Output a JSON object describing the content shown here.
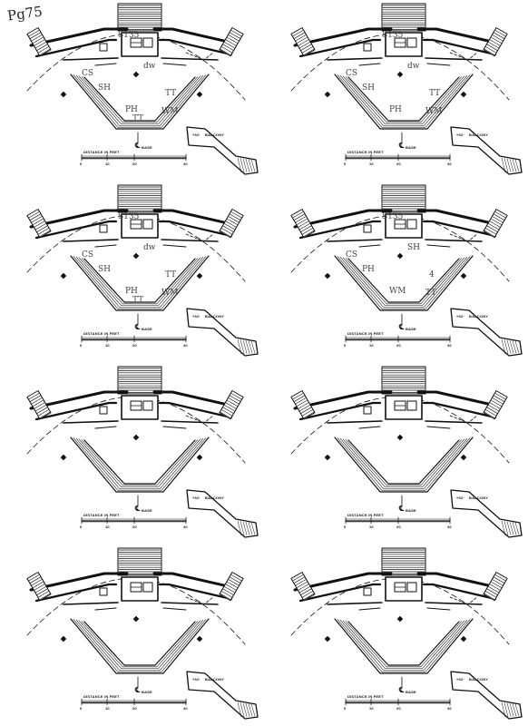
{
  "page_label": "Pg75",
  "plan_labels": {
    "balcony": "BALCONY",
    "balcony_elev": "+52'",
    "scale_caption": "DISTANCE IN FEET",
    "center_marker": "℄",
    "center_sub": "BASE"
  },
  "scale_ticks": [
    "0",
    "10",
    "20",
    "40"
  ],
  "plans": [
    {
      "annotations": [
        "S135",
        "CS",
        "dw",
        "SH",
        "PH",
        "WM",
        "TT",
        "TT"
      ]
    },
    {
      "annotations": [
        "S135",
        "CS",
        "dw",
        "SH",
        "PH",
        "WM",
        "TT"
      ]
    },
    {
      "annotations": [
        "S135",
        "CS",
        "dw",
        "SH",
        "PH",
        "WM",
        "TT",
        "TT"
      ]
    },
    {
      "annotations": [
        "S135",
        "CS",
        "SH",
        "PH",
        "WM",
        "TT",
        "4"
      ]
    },
    {
      "annotations": []
    },
    {
      "annotations": []
    },
    {
      "annotations": []
    },
    {
      "annotations": []
    }
  ],
  "colors": {
    "ink": "#111111",
    "paper": "#ffffff",
    "pencil": "#444444"
  }
}
